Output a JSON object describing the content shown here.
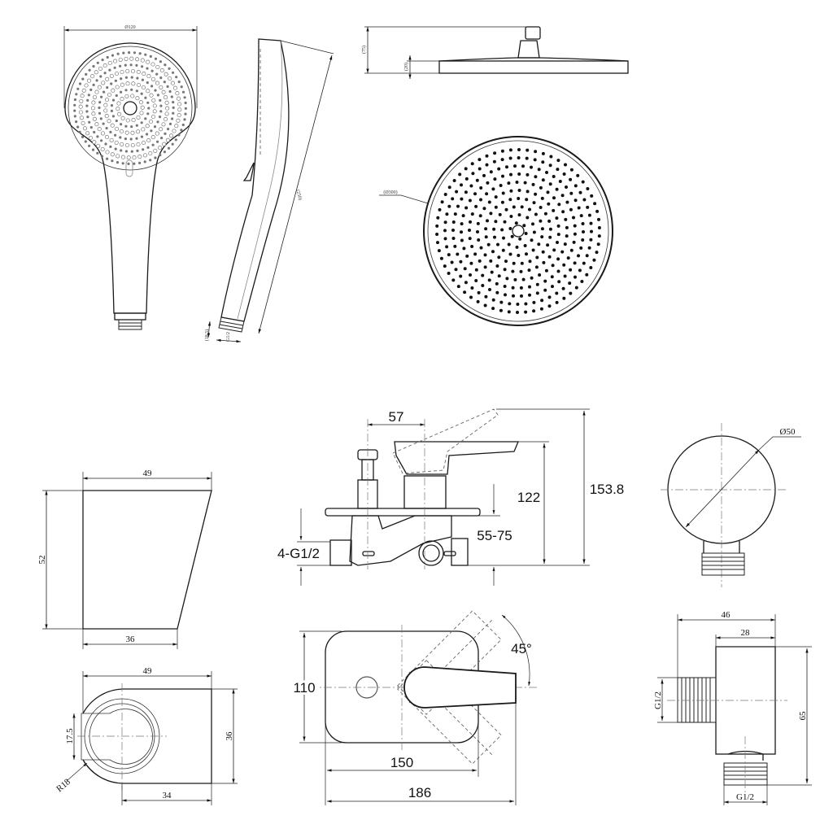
{
  "hand_shower": {
    "front_width_label": "Ø120",
    "side_length_label": "(250)",
    "side_thread_label": "G1/2",
    "side_width_label": "(18.5)"
  },
  "rain_shower": {
    "height_label": "(75)",
    "plate_thickness_label": "(20)",
    "diameter_label": "(Ø300)"
  },
  "holder": {
    "side_top_width": "49",
    "side_height": "52",
    "side_bottom_width": "36",
    "top_width": "49",
    "top_depth": "36",
    "slot_width": "17.5",
    "radius": "R18",
    "offset": "34"
  },
  "mixer": {
    "handle_offset": "57",
    "height_122": "122",
    "height_total": "153.8",
    "wall_depth": "55-75",
    "inlets": "4-G1/2",
    "plate_height": "110",
    "plate_width": "150",
    "total_width": "186",
    "rotation": "45°"
  },
  "wall_outlet": {
    "diameter": "Ø50",
    "depth_total": "46",
    "body_depth": "28",
    "height": "65",
    "inlet_thread": "G1/2",
    "outlet_thread": "G1/2"
  }
}
